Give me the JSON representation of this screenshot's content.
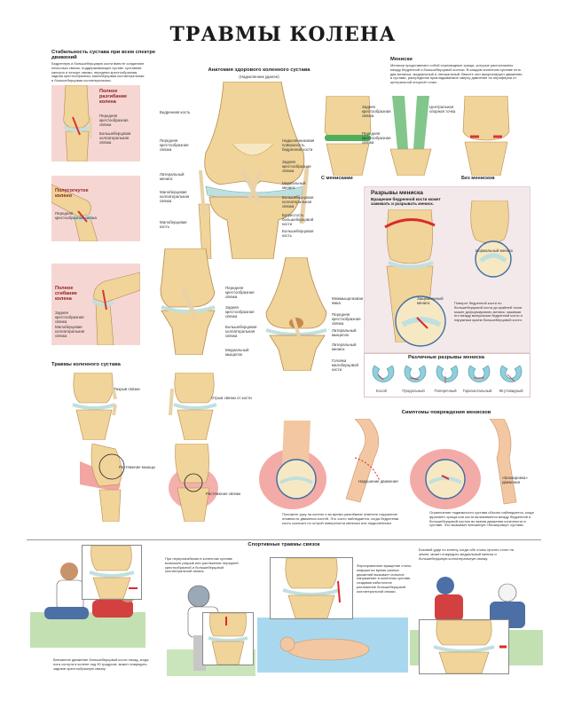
{
  "title": "ТРАВМЫ КОЛЕНА",
  "stability": {
    "heading": "Стабильность сустава при всем спектре движений",
    "text": "Бедренную и большеберцовую кости вместе соединяют несколько связок, поддерживающих сустав: суставная капсула и четыре связки, передняя крестообразная, задняя крестообразная, малоберцовая коллатеральная и большеберцовая коллатеральная.",
    "panels": [
      {
        "title": "Полное разгибание колена",
        "labels": [
          "Передняя крестообразная связка",
          "Большеберцовая коллатеральная связка"
        ]
      },
      {
        "title": "Полусогнутое колено",
        "labels": [
          "Передняя крестообразная связка"
        ]
      },
      {
        "title": "Полное сгибание колена",
        "labels": [
          "Задняя крестообразная связка",
          "Малоберцовая коллатеральная связка"
        ]
      }
    ]
  },
  "anatomy": {
    "heading": "Анатомия здорового коленного сустава",
    "subheading": "(Надколенник удален)",
    "labels_left": [
      "Бедренная кость",
      "Передняя крестообразная связка",
      "Латеральный мениск",
      "Малоберцовая коллатеральная связка",
      "Малоберцовая кость"
    ],
    "labels_right": [
      "Надколенниковая поверхность бедренной кости",
      "Задняя крестообразная связка",
      "Медиальный мениск",
      "Большеберцовая коллатеральная связка",
      "Бугристость большеберцовой кости",
      "Большеберцовая кость"
    ],
    "labels_lower_left": [
      "Передняя крестообразная связка",
      "Задняя крестообразная связка",
      "Большеберцовая коллатеральная связка",
      "Медиальный мыщелок"
    ],
    "labels_lower_right": [
      "Межмыщелковая ямка",
      "Передняя крестообразная связка",
      "Латеральный мыщелок",
      "Латеральный мениск",
      "Головка малоберцовой кости"
    ]
  },
  "menisci": {
    "heading": "Мениски",
    "text": "Мениски представляют собой серповидные хрящи, которые расположены между бедренной и большеберцовой костью. В каждом коленном суставе есть два мениска, медиальный и латеральный. Вместе они амортизируют движения в суставе, распределяя прикладываемое сверху давление по периферии от центральной опорной точки.",
    "labels": [
      "Задняя крестообразная связка",
      "Передняя крестообразная связка",
      "Центральная опорная точка"
    ],
    "caption_with": "С менисками",
    "caption_without": "Без менисков"
  },
  "tears": {
    "heading": "Разрывы мениска",
    "subheading": "Вращение бедренной кости может зажимать и разрывать мениск.",
    "labels": [
      "Нормальный мениск",
      "Защемленный мениск"
    ],
    "text": "Поворот бедренной кости по большеберцовой кости до крайней точки может деформировать мениск, зажимая его между выпуклыми бедренной кости и наружным краем большеберцовой кости.",
    "types_heading": "Различные разрывы мениска",
    "types": [
      "Косой",
      "Продольный",
      "Поперечный",
      "Горизонтальный",
      "Жгутовидный"
    ]
  },
  "injuries": {
    "heading": "Травмы коленного сустава",
    "labels": [
      "Разрыв связки",
      "Отрыв связки от кости",
      "Растяжение мышцы",
      "Растяжение связки"
    ]
  },
  "symptoms": {
    "heading": "Симптомы повреждения менисков",
    "labels": [
      "Нарушение движения",
      "«Блокировка» движения"
    ],
    "text_left": "Положите руку на колено и во время разгибания отметьте нарушение плавности движения костей. Это часто наблюдается, когда бедренная кость скользит по острой поверхности мениска или надколенника.",
    "text_right": "Ограничение подвижности сустава обычно наблюдается, когда фрагмент хряща или кости вклинивается между бедренной и большеберцовой костью во время движения конечности в суставе. Это вызывает внезапную «блокировку» сустава."
  },
  "sports": {
    "heading": "Спортивные травмы связок",
    "text1": "Внезапное движение большеберцовой кости назад, когда нога согнута в колене под 90 градусов, может повредить заднюю крестообразную связку.",
    "text2": "При переразгибании в коленном суставе возможен разрыв или растяжение передней крестообразной и большеберцовой коллатеральной связок.",
    "text3": "Форсированное вращение стопы кнаружи во время разных движений вызывает сильное напряжение в коленном суставе, создавая избыточное растяжение большеберцовой коллатеральной связки.",
    "text4": "Боковой удар по колену, когда обе стопы прочно стоят на земле, может повредить медиальный мениск и большеберцовую коллатеральную связку."
  },
  "colors": {
    "bone": "#f0d49a",
    "bone_shade": "#d9a85e",
    "cartilage": "#bfe0de",
    "ligament": "#e9d2a8",
    "meniscus_green": "#4fae5a",
    "meniscus_red": "#d8343a",
    "pink_bg": "#f6d6d3",
    "inflamed": "#ef8f8a",
    "arrow_red": "#d82b2b",
    "zoom_blue": "#3e6fa8",
    "grass": "#7bbb54",
    "water": "#63b8e0"
  }
}
